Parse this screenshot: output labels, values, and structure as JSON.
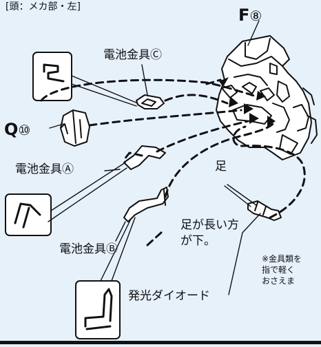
{
  "header": {
    "section": "[頭：メカ部・左]"
  },
  "labels": {
    "part_f": "F",
    "part_f_num": "⑧",
    "part_q": "Q",
    "part_q_num": "⑩",
    "battery_c": "電池金具Ⓒ",
    "battery_a": "電池金具Ⓐ",
    "battery_b": "電池金具Ⓑ",
    "leg": "足",
    "long_leg": "足が長い方\nが下。",
    "led": "発光ダイオード",
    "note": "※金具類を\n指で軽く\nおさえま"
  },
  "colors": {
    "background": "#e6f1fa",
    "line": "#111111",
    "part_fill": "#ffffff"
  }
}
